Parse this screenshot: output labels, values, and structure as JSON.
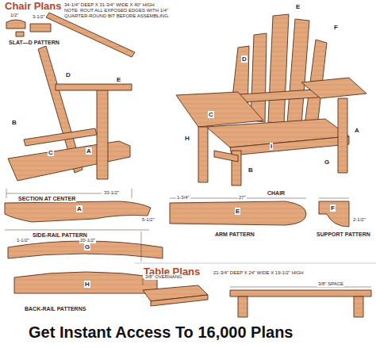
{
  "diagram": {
    "title": "Chair Plans",
    "caption": "Get Instant Access To 16,000 Plans",
    "labels": [
      "34-1/4\" DEEP X 31-3/4\" WIDE X 40\" HIGH",
      "NOTE: ROUT ALL EXPOSED EDGES WITH 1/4\" QUARTER-ROUND BIT BEFORE ASSEMBLING.",
      "SLAT—D PATTERN",
      "SECTION AT CENTER",
      "SIDE-RAIL PATTERN",
      "BACK-RAIL PATTERNS",
      "CHAIR",
      "ARM PATTERN",
      "SUPPORT PATTERN",
      "Table Plans",
      "21-3/4\" DEEP X 24\" WIDE X 19-1/2\" HIGH",
      "E",
      "F",
      "D",
      "C",
      "A",
      "B",
      "G",
      "H",
      "I",
      "D",
      "B",
      "C",
      "A",
      "E",
      "A",
      "G",
      "H",
      "E",
      "F",
      "1/2\"",
      "3-1/2\"",
      "33-1/2\"",
      "5-1/2\"",
      "1-1/2\"",
      "20-1/2\"",
      "1-3/4\"",
      "27\"",
      "2-1/2\"",
      "3/8\" OVERHANG",
      "3/8\" SPACE"
    ]
  }
}
